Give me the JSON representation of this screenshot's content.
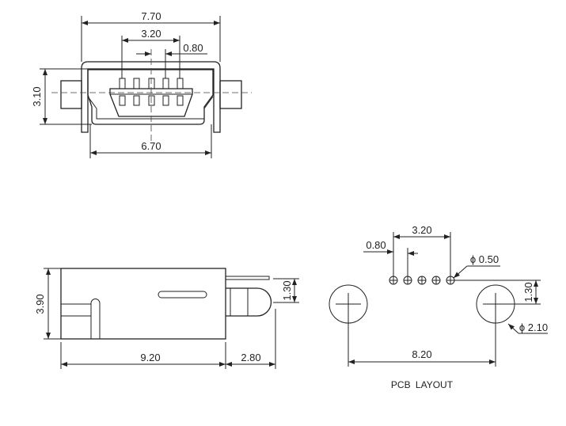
{
  "front_view": {
    "dim_width_total": "7.70",
    "dim_pin_span": "3.20",
    "dim_pitch": "0.80",
    "dim_height": "3.10",
    "dim_inner_width": "6.70"
  },
  "side_view": {
    "dim_height": "3.90",
    "dim_length": "9.20",
    "dim_protrusion": "2.80",
    "dim_pin_offset": "1.30"
  },
  "pcb_layout": {
    "title": "PCB LAYOUT",
    "dim_pin_span": "3.20",
    "dim_pitch": "0.80",
    "dim_pad_diameter": "ϕ 0.50",
    "dim_row_offset": "1.30",
    "dim_boss_spacing": "8.20",
    "dim_boss_diameter": "ϕ 2.10"
  }
}
